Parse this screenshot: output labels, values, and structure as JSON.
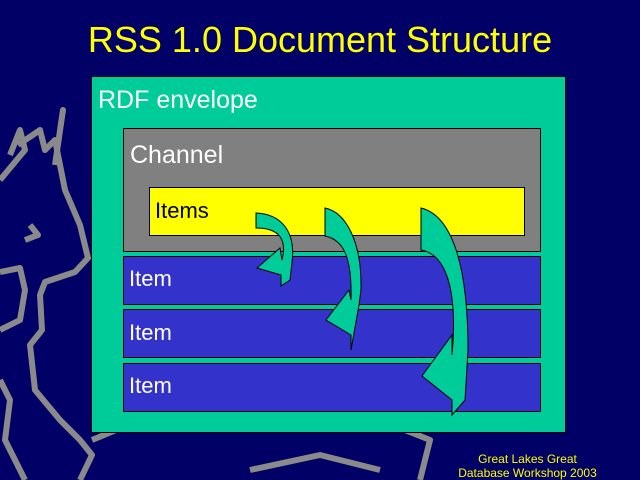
{
  "title": "RSS 1.0 Document Structure",
  "envelope": {
    "label": "RDF envelope"
  },
  "channel": {
    "label": "Channel"
  },
  "items_container": {
    "label": "Items"
  },
  "items": [
    {
      "label": "Item"
    },
    {
      "label": "Item"
    },
    {
      "label": "Item"
    }
  ],
  "footer": {
    "line1": "Great Lakes Great",
    "line2": "Database Workshop 2003"
  },
  "colors": {
    "background": "#000066",
    "envelope": "#00cc99",
    "channel": "#808080",
    "items": "#ffff00",
    "item": "#3333cc",
    "title": "#ffff00"
  }
}
